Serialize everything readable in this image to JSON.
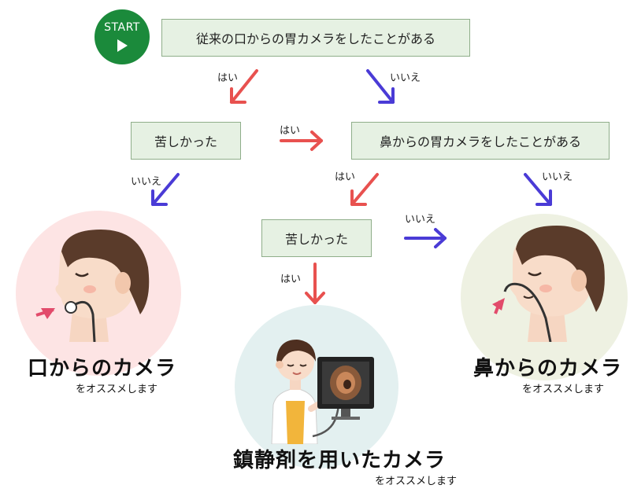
{
  "start_label": "START",
  "questions": {
    "q1": "従来の口からの胃カメラをしたことがある",
    "q2": "苦しかった",
    "q3": "鼻からの胃カメラをしたことがある",
    "q4": "苦しかった"
  },
  "answers": {
    "yes": "はい",
    "no": "いいえ"
  },
  "results": {
    "oral": {
      "title": "口からのカメラ",
      "subtitle": "をオススメします"
    },
    "sedation": {
      "title": "鎮静剤を用いたカメラ",
      "subtitle": "をオススメします"
    },
    "nasal": {
      "title": "鼻からのカメラ",
      "subtitle": "をオススメします"
    }
  },
  "colors": {
    "yes_arrow": "#e8514f",
    "no_arrow": "#4a3bd6",
    "start_bg": "#1b8a3b",
    "box_bg": "#e6f1e3",
    "oral_circle": "#fde4e4",
    "sedation_circle": "#e3f0f0",
    "nasal_circle": "#eef1e2"
  },
  "icons": {
    "start": "play-icon",
    "oral": "oral-endoscopy-patient-illustration",
    "sedation": "doctor-with-monitor-illustration",
    "nasal": "nasal-endoscopy-patient-illustration"
  }
}
